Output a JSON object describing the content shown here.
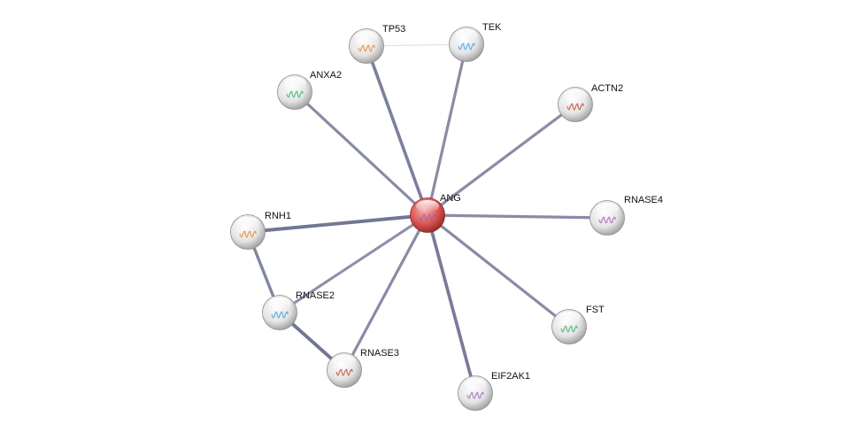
{
  "network": {
    "center": "ANG",
    "nodes": [
      {
        "id": "ANG",
        "label": "ANG",
        "query": true
      },
      {
        "id": "TP53",
        "label": "TP53"
      },
      {
        "id": "TEK",
        "label": "TEK"
      },
      {
        "id": "ANXA2",
        "label": "ANXA2"
      },
      {
        "id": "ACTN2",
        "label": "ACTN2"
      },
      {
        "id": "RNASE4",
        "label": "RNASE4"
      },
      {
        "id": "RNH1",
        "label": "RNH1"
      },
      {
        "id": "RNASE2",
        "label": "RNASE2"
      },
      {
        "id": "FST",
        "label": "FST"
      },
      {
        "id": "RNASE3",
        "label": "RNASE3"
      },
      {
        "id": "EIF2AK1",
        "label": "EIF2AK1"
      }
    ],
    "edges": [
      {
        "a": "ANG",
        "b": "TP53",
        "strength": 0.8
      },
      {
        "a": "ANG",
        "b": "TEK",
        "strength": 0.6
      },
      {
        "a": "ANG",
        "b": "ANXA2",
        "strength": 0.6
      },
      {
        "a": "ANG",
        "b": "ACTN2",
        "strength": 0.6
      },
      {
        "a": "ANG",
        "b": "RNASE4",
        "strength": 0.6
      },
      {
        "a": "ANG",
        "b": "RNH1",
        "strength": 0.95
      },
      {
        "a": "ANG",
        "b": "RNASE2",
        "strength": 0.55
      },
      {
        "a": "ANG",
        "b": "FST",
        "strength": 0.6
      },
      {
        "a": "ANG",
        "b": "RNASE3",
        "strength": 0.6
      },
      {
        "a": "ANG",
        "b": "EIF2AK1",
        "strength": 0.85
      },
      {
        "a": "TP53",
        "b": "TEK",
        "strength": 0.2
      },
      {
        "a": "RNH1",
        "b": "RNASE2",
        "strength": 0.7
      },
      {
        "a": "RNASE2",
        "b": "RNASE3",
        "strength": 0.95
      }
    ],
    "colors": {
      "query_node": "#d9534f",
      "node": "#e8e8e8",
      "edge": "#6e7391"
    }
  }
}
